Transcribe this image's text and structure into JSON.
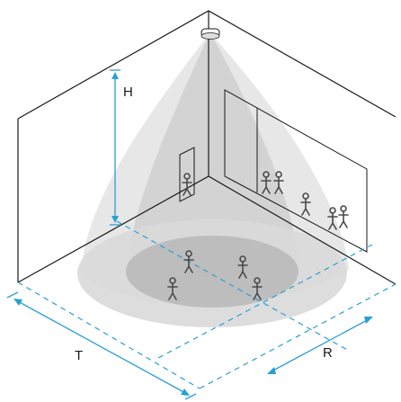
{
  "labels": {
    "height": "H",
    "length": "T",
    "range": "R"
  },
  "colors": {
    "outline": "#1a1a1a",
    "dimension": "#2a9fd6",
    "cone_light": "#d9d9d9",
    "cone_core": "#c4c4c4",
    "floor_outer": "#dcdcdc",
    "floor_inner": "#bdbdbd",
    "figure": "#4a4a4a"
  },
  "icons": [
    "ceiling-sensor-icon",
    "person-icon"
  ]
}
